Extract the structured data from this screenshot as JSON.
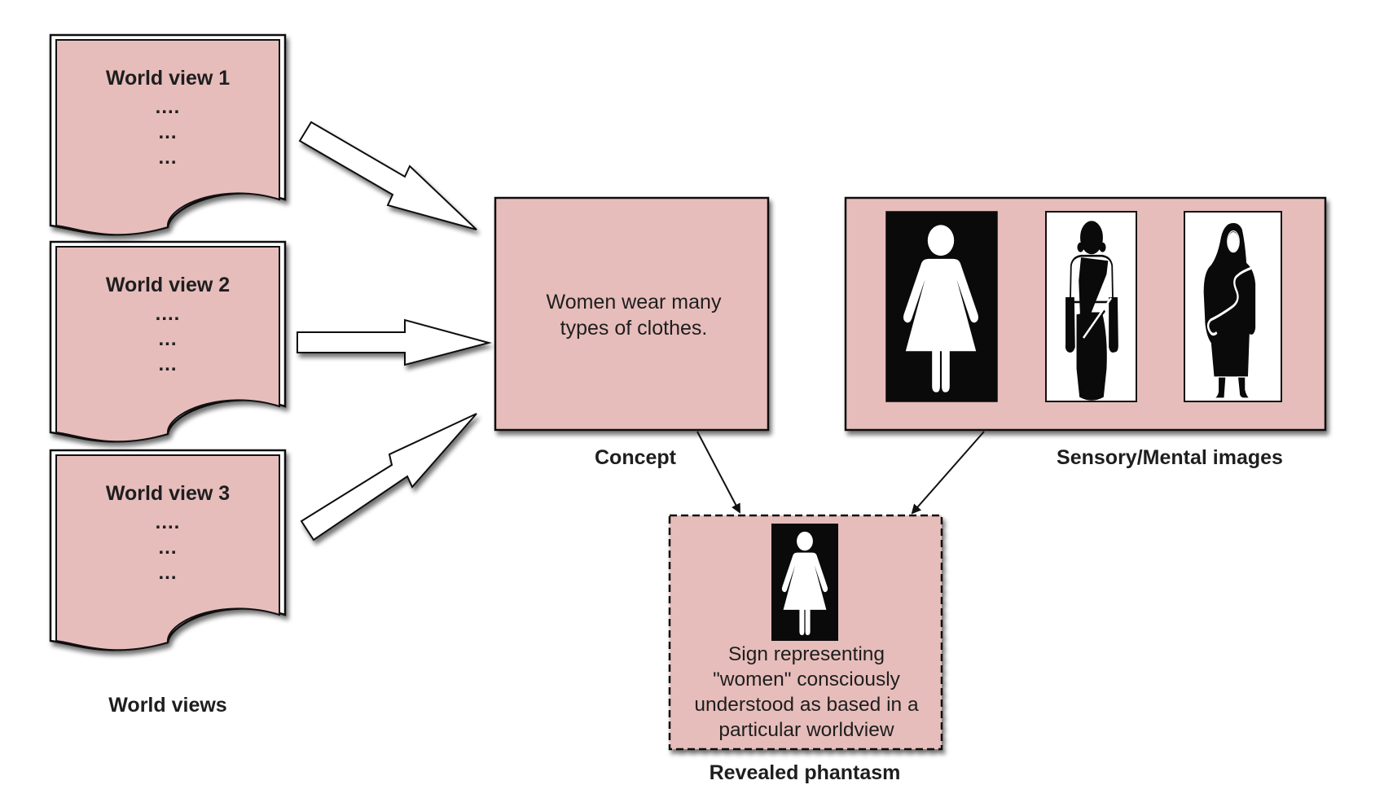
{
  "colors": {
    "box_fill": "#e6bdbb",
    "stroke": "#111111",
    "sign_black": "#0a0a0a",
    "sign_white": "#ffffff"
  },
  "world_views": {
    "caption": "World views",
    "items": [
      {
        "title": "World view 1",
        "lines": [
          "....",
          "...",
          "..."
        ]
      },
      {
        "title": "World view 2",
        "lines": [
          "....",
          "...",
          "..."
        ]
      },
      {
        "title": "World view 3",
        "lines": [
          "....",
          "...",
          "..."
        ]
      }
    ]
  },
  "concept": {
    "caption": "Concept",
    "text_lines": [
      "Women wear many",
      "types of clothes."
    ]
  },
  "sensory": {
    "caption": "Sensory/Mental images",
    "images": [
      {
        "icon": "woman-restroom-sign-icon",
        "style": "white-on-black"
      },
      {
        "icon": "woman-in-sari-icon",
        "style": "black-on-white"
      },
      {
        "icon": "woman-in-hijab-icon",
        "style": "black-on-white"
      }
    ]
  },
  "phantasm": {
    "caption": "Revealed phantasm",
    "icon": "woman-restroom-sign-icon",
    "text_lines": [
      "Sign representing",
      "\"women\" consciously",
      "understood as based in a",
      "particular worldview"
    ]
  },
  "connectors": [
    {
      "from": "World view 1",
      "to": "Concept",
      "style": "block-arrow"
    },
    {
      "from": "World view 2",
      "to": "Concept",
      "style": "block-arrow"
    },
    {
      "from": "World view 3",
      "to": "Concept",
      "style": "block-arrow"
    },
    {
      "from": "Concept",
      "to": "Revealed phantasm",
      "style": "line-arrow"
    },
    {
      "from": "Sensory/Mental images",
      "to": "Revealed phantasm",
      "style": "line-arrow"
    }
  ]
}
